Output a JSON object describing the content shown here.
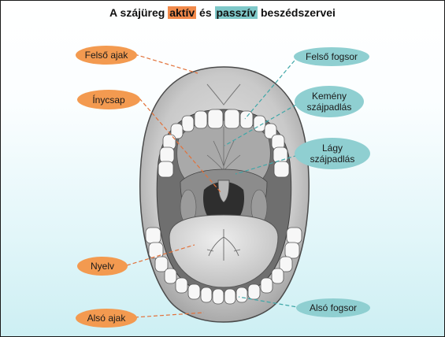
{
  "title": {
    "prefix": "A szájüreg",
    "active": "aktív",
    "middle": "és",
    "passive": "passzív",
    "suffix": "beszédszervei"
  },
  "labels": {
    "upper_lip": "Felső ajak",
    "uvula": "Ínycsap",
    "tongue": "Nyelv",
    "lower_lip": "Alsó ajak",
    "upper_teeth": "Felső fogsor",
    "hard_palate_1": "Kemény",
    "hard_palate_2": "szájpadlás",
    "soft_palate_1": "Lágy",
    "soft_palate_2": "szájpadlás",
    "lower_teeth": "Alsó fogsor"
  },
  "colors": {
    "active_label": "#f39a50",
    "passive_label": "#8fcfd1",
    "active_line": "#e2713a",
    "passive_line": "#3fa7a8"
  }
}
